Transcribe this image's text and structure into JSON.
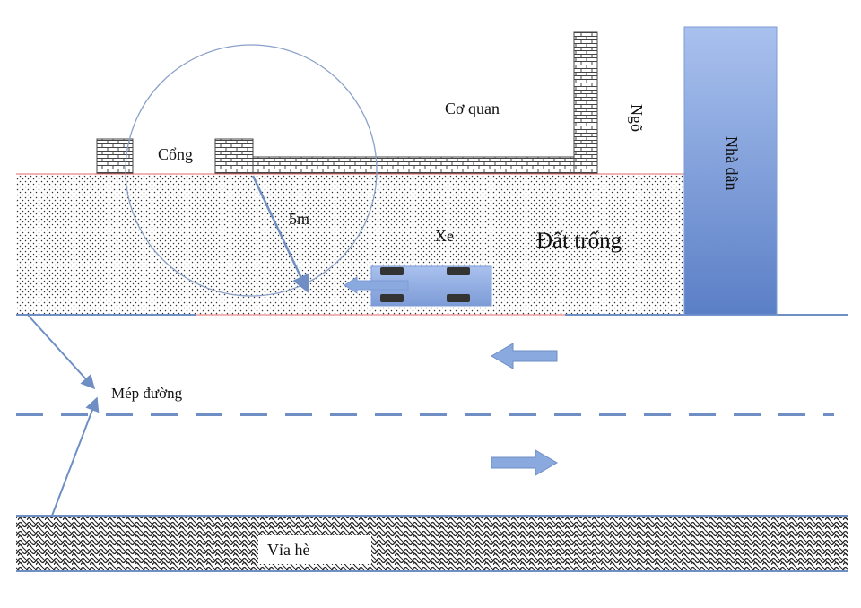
{
  "labels": {
    "gate": "Cổng",
    "agency": "Cơ quan",
    "alley": "Ngõ",
    "house": "Nhà dân",
    "radius": "5m",
    "car": "Xe",
    "vacant_land": "Đất trống",
    "road_edge": "Mép đường",
    "sidewalk": "Vỉa hè"
  },
  "colors": {
    "lane_line": "#6f8fc4",
    "arrow_fill": "#8aa9de",
    "house_top": "#a9c1ee",
    "house_bottom": "#5b7fc6",
    "land_boundary": "#e06666",
    "wall_outline": "#444444"
  }
}
